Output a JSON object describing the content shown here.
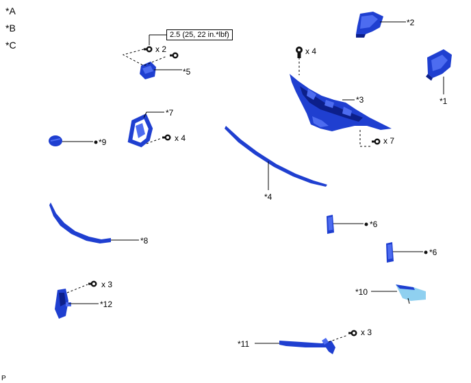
{
  "legend": {
    "keys": [
      "*A",
      "*B",
      "*C"
    ]
  },
  "torque_spec": "2.5 (25, 22 in.*lbf)",
  "parts": {
    "p1": "*1",
    "p2": "*2",
    "p3": "*3",
    "p4": "*4",
    "p5": "*5",
    "p6a": "*6",
    "p6b": "*6",
    "p7": "*7",
    "p8": "*8",
    "p9": "*9",
    "p10": "*10",
    "p11": "*11",
    "p12": "*12"
  },
  "quantities": {
    "q5_bolt": "x 2",
    "q3_clip": "x 4",
    "q3_screw": "x 7",
    "q7_screw": "x 4",
    "q12_screw": "x 3",
    "q11_screw": "x 3"
  },
  "footer_code": "P",
  "colors": {
    "part_blue": "#1f3fd0",
    "part_dark": "#0c1f8a",
    "part_light": "#4d6cf0",
    "glass": "#8fd0f0"
  }
}
